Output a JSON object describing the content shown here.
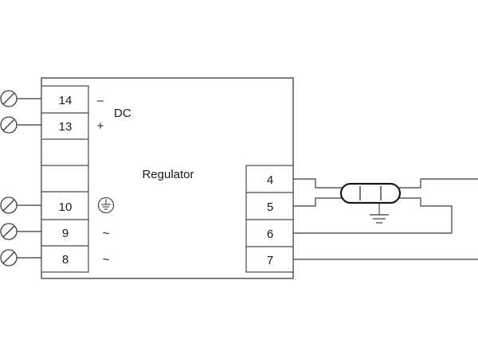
{
  "diagram": {
    "title": "Regulator",
    "dc_label": "DC",
    "left_terminals": [
      {
        "number": "14",
        "symbol": "–"
      },
      {
        "number": "13",
        "symbol": "+"
      },
      {
        "number": "10",
        "symbol": "ground"
      },
      {
        "number": "9",
        "symbol": "~"
      },
      {
        "number": "8",
        "symbol": "~"
      }
    ],
    "right_terminals": [
      "4",
      "5",
      "6",
      "7"
    ]
  }
}
